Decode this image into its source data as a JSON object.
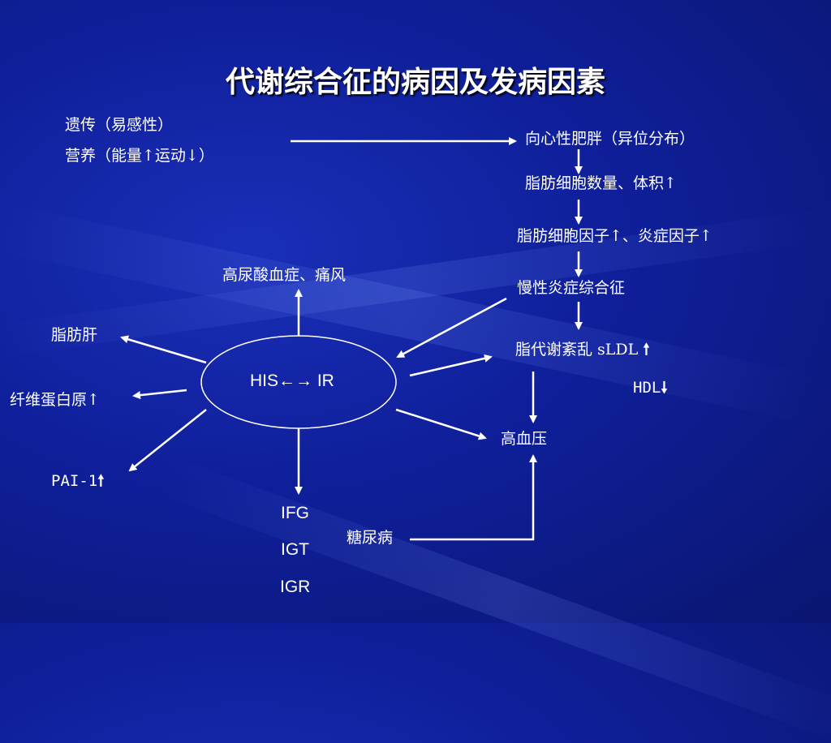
{
  "title": "代谢综合征的病因及发病因素",
  "causes": {
    "line1": "遗传（易感性）",
    "line2": "营养（能量↑运动↓）"
  },
  "chain": {
    "central_obesity": "向心性肥胖（异位分布）",
    "adipocyte_count": "脂肪细胞数量、体积↑",
    "adipocyte_factors": "脂肪细胞因子↑、炎症因子↑",
    "chronic_inflammation": "慢性炎症综合征",
    "lipid_disorder": "脂代谢紊乱 sLDL",
    "hdl": "HDL",
    "hypertension": "高血压"
  },
  "center": {
    "ellipse_label": "HIS←→ IR"
  },
  "outcomes": {
    "hyperuricemia": "高尿酸血症、痛风",
    "fatty_liver": "脂肪肝",
    "fibrinogen": "纤维蛋白原↑",
    "pai1": "PAI-1",
    "ifg": "IFG",
    "igt": "IGT",
    "igr": "IGR",
    "diabetes": "糖尿病"
  },
  "arrows_glyphs": {
    "up": "🠕",
    "down": "🠗"
  },
  "colors": {
    "background": "#0f1f9a",
    "foreground": "#ffffff"
  }
}
